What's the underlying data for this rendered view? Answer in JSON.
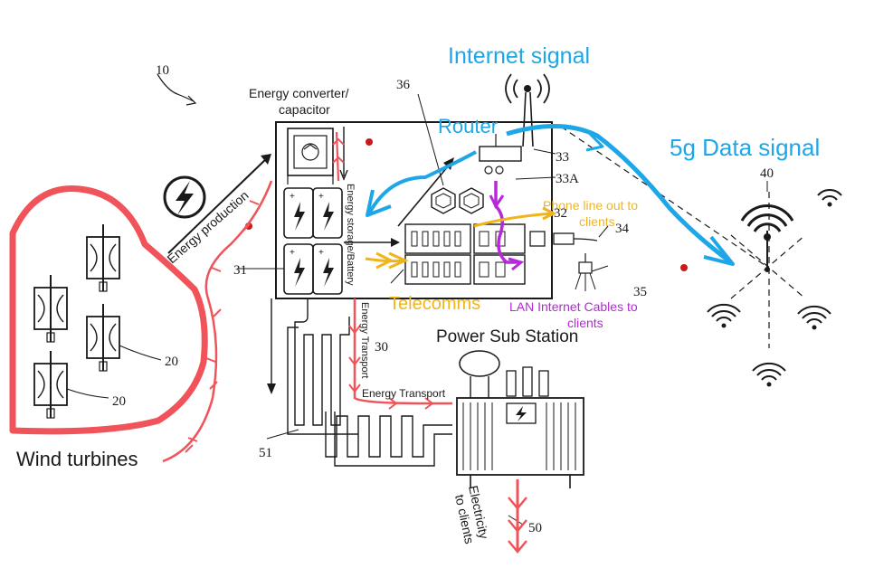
{
  "labels": {
    "internet_signal": "Internet signal",
    "router": "Router",
    "five_g": "5g Data signal",
    "energy_converter_l1": "Energy converter/",
    "energy_converter_l2": "capacitor",
    "energy_production": "Energy production",
    "energy_storage": "Energy storage/Battery",
    "energy_transport_v": "Energy Transport",
    "energy_transport_h": "Energy Transport",
    "phone_line_l1": "Phone line out to",
    "phone_line_l2": "clients",
    "telecomms": "Telecomms",
    "lan_l1": "LAN Internet Cables to",
    "lan_l2": "clients",
    "power_sub_station": "Power Sub Station",
    "wind_turbines": "Wind turbines",
    "electricity_l1": "Electricity",
    "electricity_l2": "to clients"
  },
  "ref_numbers": {
    "n10": "10",
    "n20a": "20",
    "n20b": "20",
    "n30": "30",
    "n31": "31",
    "n32": "32",
    "n33": "33",
    "n33a": "33A",
    "n34": "34",
    "n35": "35",
    "n36": "36",
    "n40": "40",
    "n50": "50",
    "n51": "51"
  },
  "colors": {
    "blue": "#1ea7e8",
    "red": "#f0545a",
    "purple": "#b628d8",
    "orange": "#f2b519",
    "ink": "#1a1a1a",
    "dot_red": "#c81a1a"
  }
}
